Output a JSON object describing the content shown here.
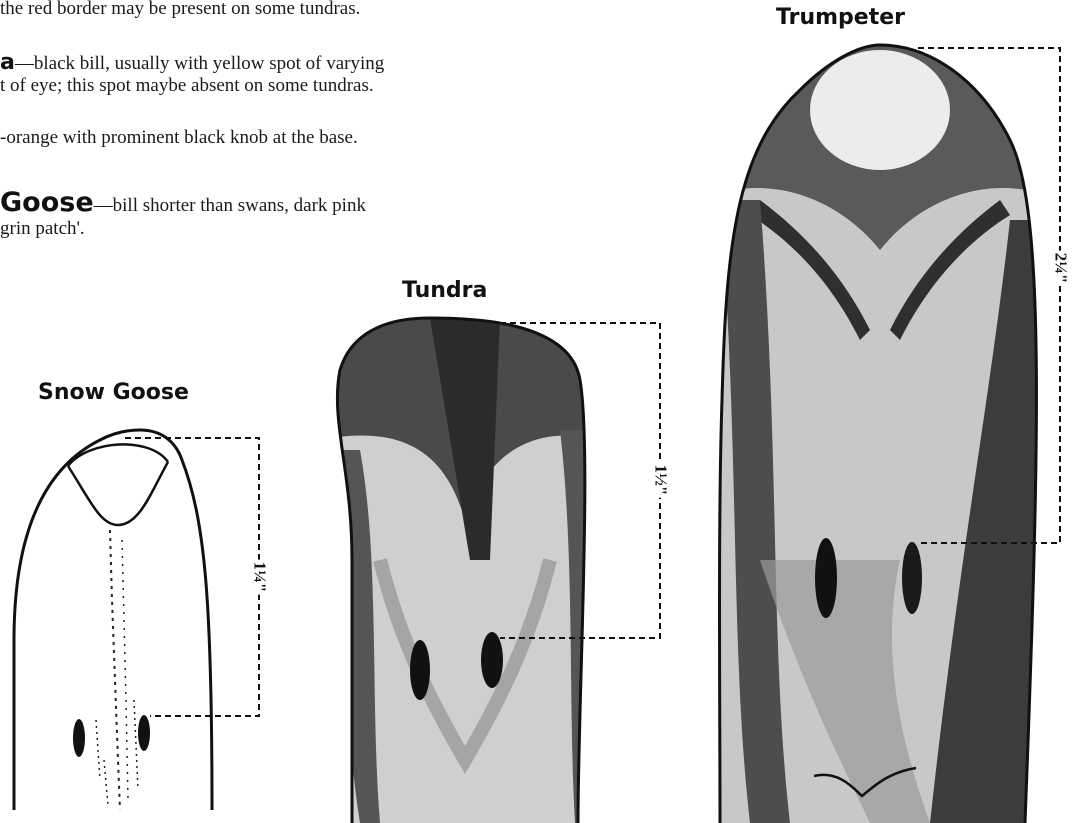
{
  "text": {
    "line1": "the red border may be present on some tundras.",
    "line2_lead": "a",
    "line2_rest": "—black bill, usually with yellow spot of varying",
    "line3": "t of eye; this spot maybe absent on some tundras.",
    "line4": "-orange with prominent black knob at the base.",
    "line5_lead": "Goose",
    "line5_rest": "—bill shorter than swans, dark pink",
    "line6": "grin patch'."
  },
  "bills": [
    {
      "title": "Snow Goose",
      "measurement": "1¼\""
    },
    {
      "title": "Tundra",
      "measurement": "1½\""
    },
    {
      "title": "Trumpeter",
      "measurement": "2¼\""
    }
  ]
}
